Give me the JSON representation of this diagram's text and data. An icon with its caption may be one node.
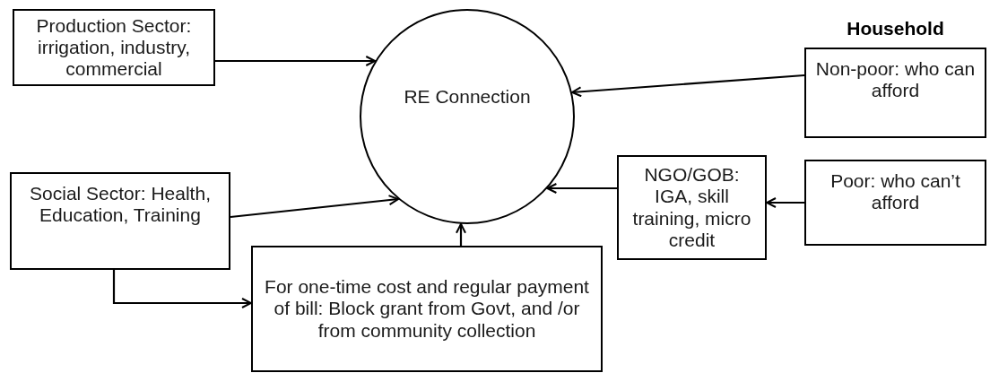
{
  "diagram": {
    "nodes": [
      {
        "text": [
          "Production Sector: irrigation, industry, commercial"
        ]
      },
      {
        "text": [
          "RE Connection"
        ]
      },
      {
        "text": [
          "Household",
          "Non-poor: who can afford"
        ]
      },
      {
        "text": [
          "Social Sector: Health, Education, Training"
        ]
      },
      {
        "text": [
          "NGO/GOB: IGA, skill training, micro credit"
        ]
      },
      {
        "text": [
          "Poor: who can’t afford"
        ]
      },
      {
        "text": [
          "For one-time cost and regular payment of bill: Block grant from Govt, and /or from community collection"
        ]
      }
    ],
    "edges": [
      {
        "from": 0,
        "to": 1,
        "arrow": "to"
      },
      {
        "from": 2,
        "to": 1,
        "arrow": "to"
      },
      {
        "from": 3,
        "to": 1,
        "arrow": "to"
      },
      {
        "from": 4,
        "to": 1,
        "arrow": "to"
      },
      {
        "from": 5,
        "to": 4,
        "arrow": "to"
      },
      {
        "from": 6,
        "to": 1,
        "arrow": "to"
      },
      {
        "from": 3,
        "to": 6,
        "arrow": "to"
      }
    ]
  }
}
